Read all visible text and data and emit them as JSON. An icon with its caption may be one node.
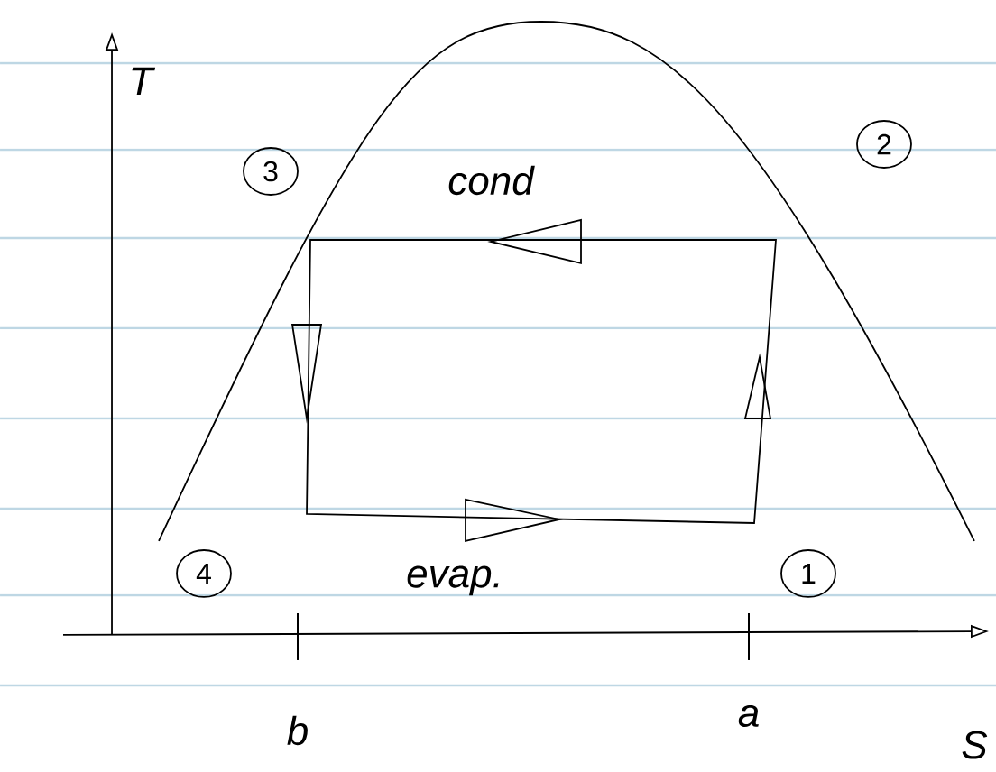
{
  "diagram": {
    "nodes": [
      {
        "text": [
          "3"
        ]
      },
      {
        "text": [
          "2"
        ]
      },
      {
        "text": [
          "4"
        ]
      },
      {
        "text": [
          "1"
        ]
      }
    ],
    "labels": [
      "T",
      "cond",
      "evap.",
      "b",
      "a",
      "S"
    ]
  }
}
